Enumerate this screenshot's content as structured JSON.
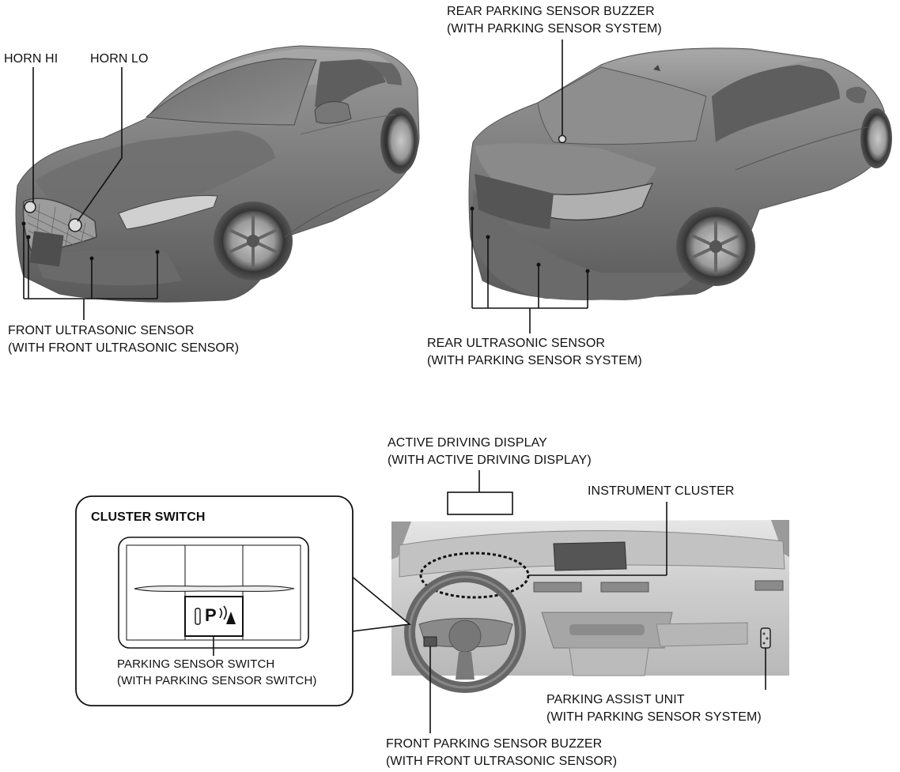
{
  "callouts": {
    "horn_hi": "HORN HI",
    "horn_lo": "HORN LO",
    "rear_buzzer": {
      "line1": "REAR PARKING SENSOR BUZZER",
      "line2": "(WITH PARKING SENSOR SYSTEM)"
    },
    "front_sensor": {
      "line1": "FRONT ULTRASONIC SENSOR",
      "line2": "(WITH FRONT ULTRASONIC SENSOR)"
    },
    "rear_sensor": {
      "line1": "REAR ULTRASONIC SENSOR",
      "line2": "(WITH PARKING SENSOR SYSTEM)"
    },
    "active_display": {
      "line1": "ACTIVE DRIVING DISPLAY",
      "line2": "(WITH ACTIVE DRIVING DISPLAY)"
    },
    "instrument_cluster": "INSTRUMENT CLUSTER",
    "cluster_switch_title": "CLUSTER SWITCH",
    "parking_switch": {
      "line1": "PARKING SENSOR SWITCH",
      "line2": "(WITH PARKING SENSOR SWITCH)"
    },
    "parking_assist": {
      "line1": "PARKING ASSIST UNIT",
      "line2": "(WITH PARKING SENSOR SYSTEM)"
    },
    "front_buzzer": {
      "line1": "FRONT PARKING SENSOR BUZZER",
      "line2": "(WITH FRONT ULTRASONIC SENSOR)"
    }
  },
  "switch_glyph": "P",
  "colors": {
    "line": "#111111",
    "body_dark": "#5f5f5f",
    "body_mid": "#8a8a8a",
    "body_light": "#bdbdbd",
    "interior": "#d4d4d4"
  }
}
